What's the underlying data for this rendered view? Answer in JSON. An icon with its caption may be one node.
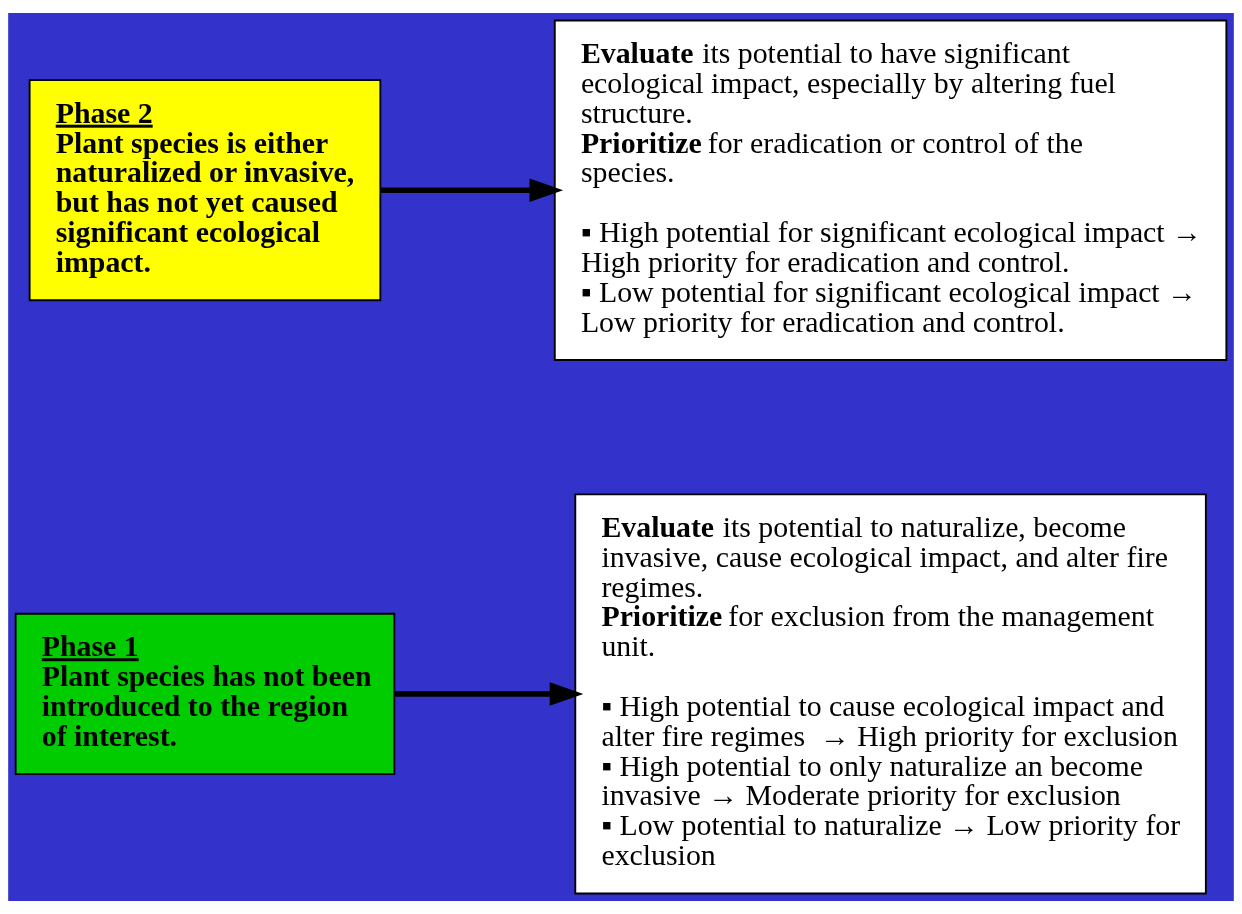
{
  "diagram": {
    "nodes": [
      {
        "text": [
          "Phase 1",
          "Plant species has not been introduced to the region of interest."
        ]
      },
      {
        "text": [
          "**Evaluate** its potential to naturalize, become invasive, cause ecological impact, and alter fire regimes.",
          "**Prioritize** for exclusion from the management unit.",
          "▪ High potential to cause ecological impact and alter fire regimes  → High priority for exclusion",
          "▪ High potential to only naturalize an become invasive → Moderate priority for exclusion",
          "▪ Low potential to naturalize → Low priority for exclusion"
        ]
      },
      {
        "text": [
          "Phase 2",
          "Plant species is either naturalized or invasive, but has not yet caused significant ecological impact."
        ]
      },
      {
        "text": [
          "**Evaluate** its potential to have significant ecological impact, especially by altering fuel structure.",
          "**Prioritize** for eradication or control of the species.",
          "▪ High potential for significant ecological impact → High priority for eradication and control.",
          "▪ Low potential for significant ecological impact → Low priority for eradication and control."
        ]
      }
    ],
    "edges": [
      {
        "from": 0,
        "to": 1,
        "arrow": "to"
      },
      {
        "from": 2,
        "to": 3,
        "arrow": "to"
      }
    ]
  }
}
